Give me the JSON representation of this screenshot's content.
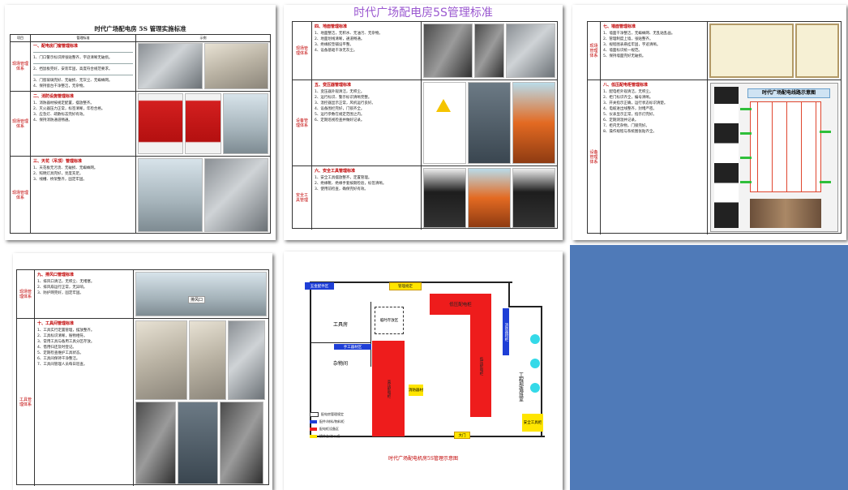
{
  "pages": {
    "p1": {
      "title": "时代广场配电房 5S 管理实施标准",
      "columns": [
        "项目",
        "管理标准",
        "示例"
      ],
      "label_top": "现场管理体系",
      "label_bottom": "现场管理体系",
      "sec1_heading": "一、配电房门窗管理标准",
      "sec1_lines": [
        "1、门口警示标识牌张贴整齐，字迹清晰无破损。",
        "2、挡鼠板完好，安装牢固，高度符合规范要求。",
        "3、门窗玻璃完好、无破损、无灰尘、无蜘蛛网。",
        "4、保持窗台干净整洁，无杂物。"
      ],
      "sec2_heading": "二、消防设施管理标准",
      "sec2_lines": [
        "1、消防器材按规定配置，摆放整齐。",
        "2、灭火器压力正常，标签清晰，年检合格。",
        "3、应急灯、疏散标志完好有效。",
        "4、保持消防通道畅通。"
      ],
      "sec3_heading": "三、天花（吊顶）管理标准",
      "sec3_lines": [
        "1、天花板无污渍、无破损、无蜘蛛网。",
        "2、照明灯具完好，亮度充足。",
        "3、线槽、桥架整齐，固定牢固。"
      ]
    },
    "p2": {
      "title": "时代广场配电房5S管理标准",
      "label1": "现场管理体系",
      "label2": "设备管理体系",
      "label3": "安全工具管理",
      "sec1_heading": "四、地面管理标准",
      "sec1_lines": [
        "1、地面整洁，无积水、无油污、无杂物。",
        "2、地面划线清晰，通道畅通。",
        "3、绝缘胶垫铺设平整。",
        "4、设备基础干净无灰尘。"
      ],
      "sec2_heading": "五、变压器管理标准",
      "sec2_lines": [
        "1、变压器外观清洁，无积尘。",
        "2、运行标识、警示标识清晰完整。",
        "3、温控器显示正常，风机运行良好。",
        "4、设备围栏完好，门锁齐全。",
        "5、运行参数在规定范围之内。",
        "6、定期巡视检查并做好记录。"
      ],
      "sec3_heading": "六、安全工具管理标准",
      "sec3_lines": [
        "1、安全工具摆放整齐，定置管理。",
        "2、绝缘靴、绝缘手套按期检验，标签清晰。",
        "3、使用前检查，确保完好有效。"
      ]
    },
    "p3": {
      "label_top": "现场管理体系",
      "label_bottom": "设备管理体系",
      "sec1_heading": "七、墙面管理标准",
      "sec1_lines": [
        "1、墙面干净整洁，无蜘蛛网、无乱贴乱画。",
        "2、管理制度上墙，张贴整齐。",
        "3、规程图表悬挂牢固，字迹清晰。",
        "4、墙面标识统一规范。",
        "5、保持墙面完好无破损。"
      ],
      "sec2_heading": "八、低压配电柜管理标准",
      "sec2_lines": [
        "1、配电柜外观清洁，无积尘。",
        "2、柜门标识齐全，编号清晰。",
        "3、开关指示正确，运行状态标识清楚。",
        "4、电缆进出线整齐，封堵严密。",
        "5、仪表显示正常，指示灯完好。",
        "6、定期测温并记录。",
        "7、柜内无杂物，门锁完好。",
        "8、操作规程与系统图张贴齐全。"
      ],
      "system_title": "时代广场配电线路示意图"
    },
    "p4": {
      "label_top": "现场管理体系",
      "label_bottom": "工具管理体系",
      "sec1_heading": "九、排风口管理标准",
      "sec1_lines": [
        "1、排风口清洁，无积尘、无堵塞。",
        "2、排风扇运行正常，无异响。",
        "3、防护网完好，固定牢固。"
      ],
      "sec1_vent_label": "排风口",
      "sec2_heading": "十、工具间管理标准",
      "sec2_lines": [
        "1、工具实行定置管理，摆放整齐。",
        "2、工具标识清晰，账物相符。",
        "3、常用工具与备用工具分区存放。",
        "4、借用归还及时登记。",
        "5、定期检查维护工具状态。",
        "6、工具间保持干净整洁。",
        "7、工具间管理人员每日巡查。"
      ]
    },
    "p5": {
      "caption": "时代广场配电机房5S管理示意图",
      "rooms": {
        "top_left": "五金配件区",
        "top_mid": "管理规定",
        "tool_room": "工具房",
        "storage": "杂物间",
        "hand_tools": "手工器材区",
        "temp": "临时存放区",
        "red_left": "高压配电柜",
        "red_top": "低压配电柜",
        "red_right": "低压配电柜",
        "small": "消防器材",
        "right_blue": "消防器材柜",
        "right_label": "工程部值班室",
        "bottom_right": "安全工具柜",
        "exit": "大门"
      },
      "legend": [
        "配电房管理规定",
        "配件/材料/物料柜",
        "配电柜设备区",
        "操作台/办公桌"
      ]
    }
  },
  "colors": {
    "red_label": "#c00000",
    "equipment_red": "#ee1c1c",
    "blue_block": "#1f3fd6",
    "yellow_block": "#ffe500",
    "cyan_block": "#34d9e8",
    "desktop": "#4f7ab8"
  }
}
